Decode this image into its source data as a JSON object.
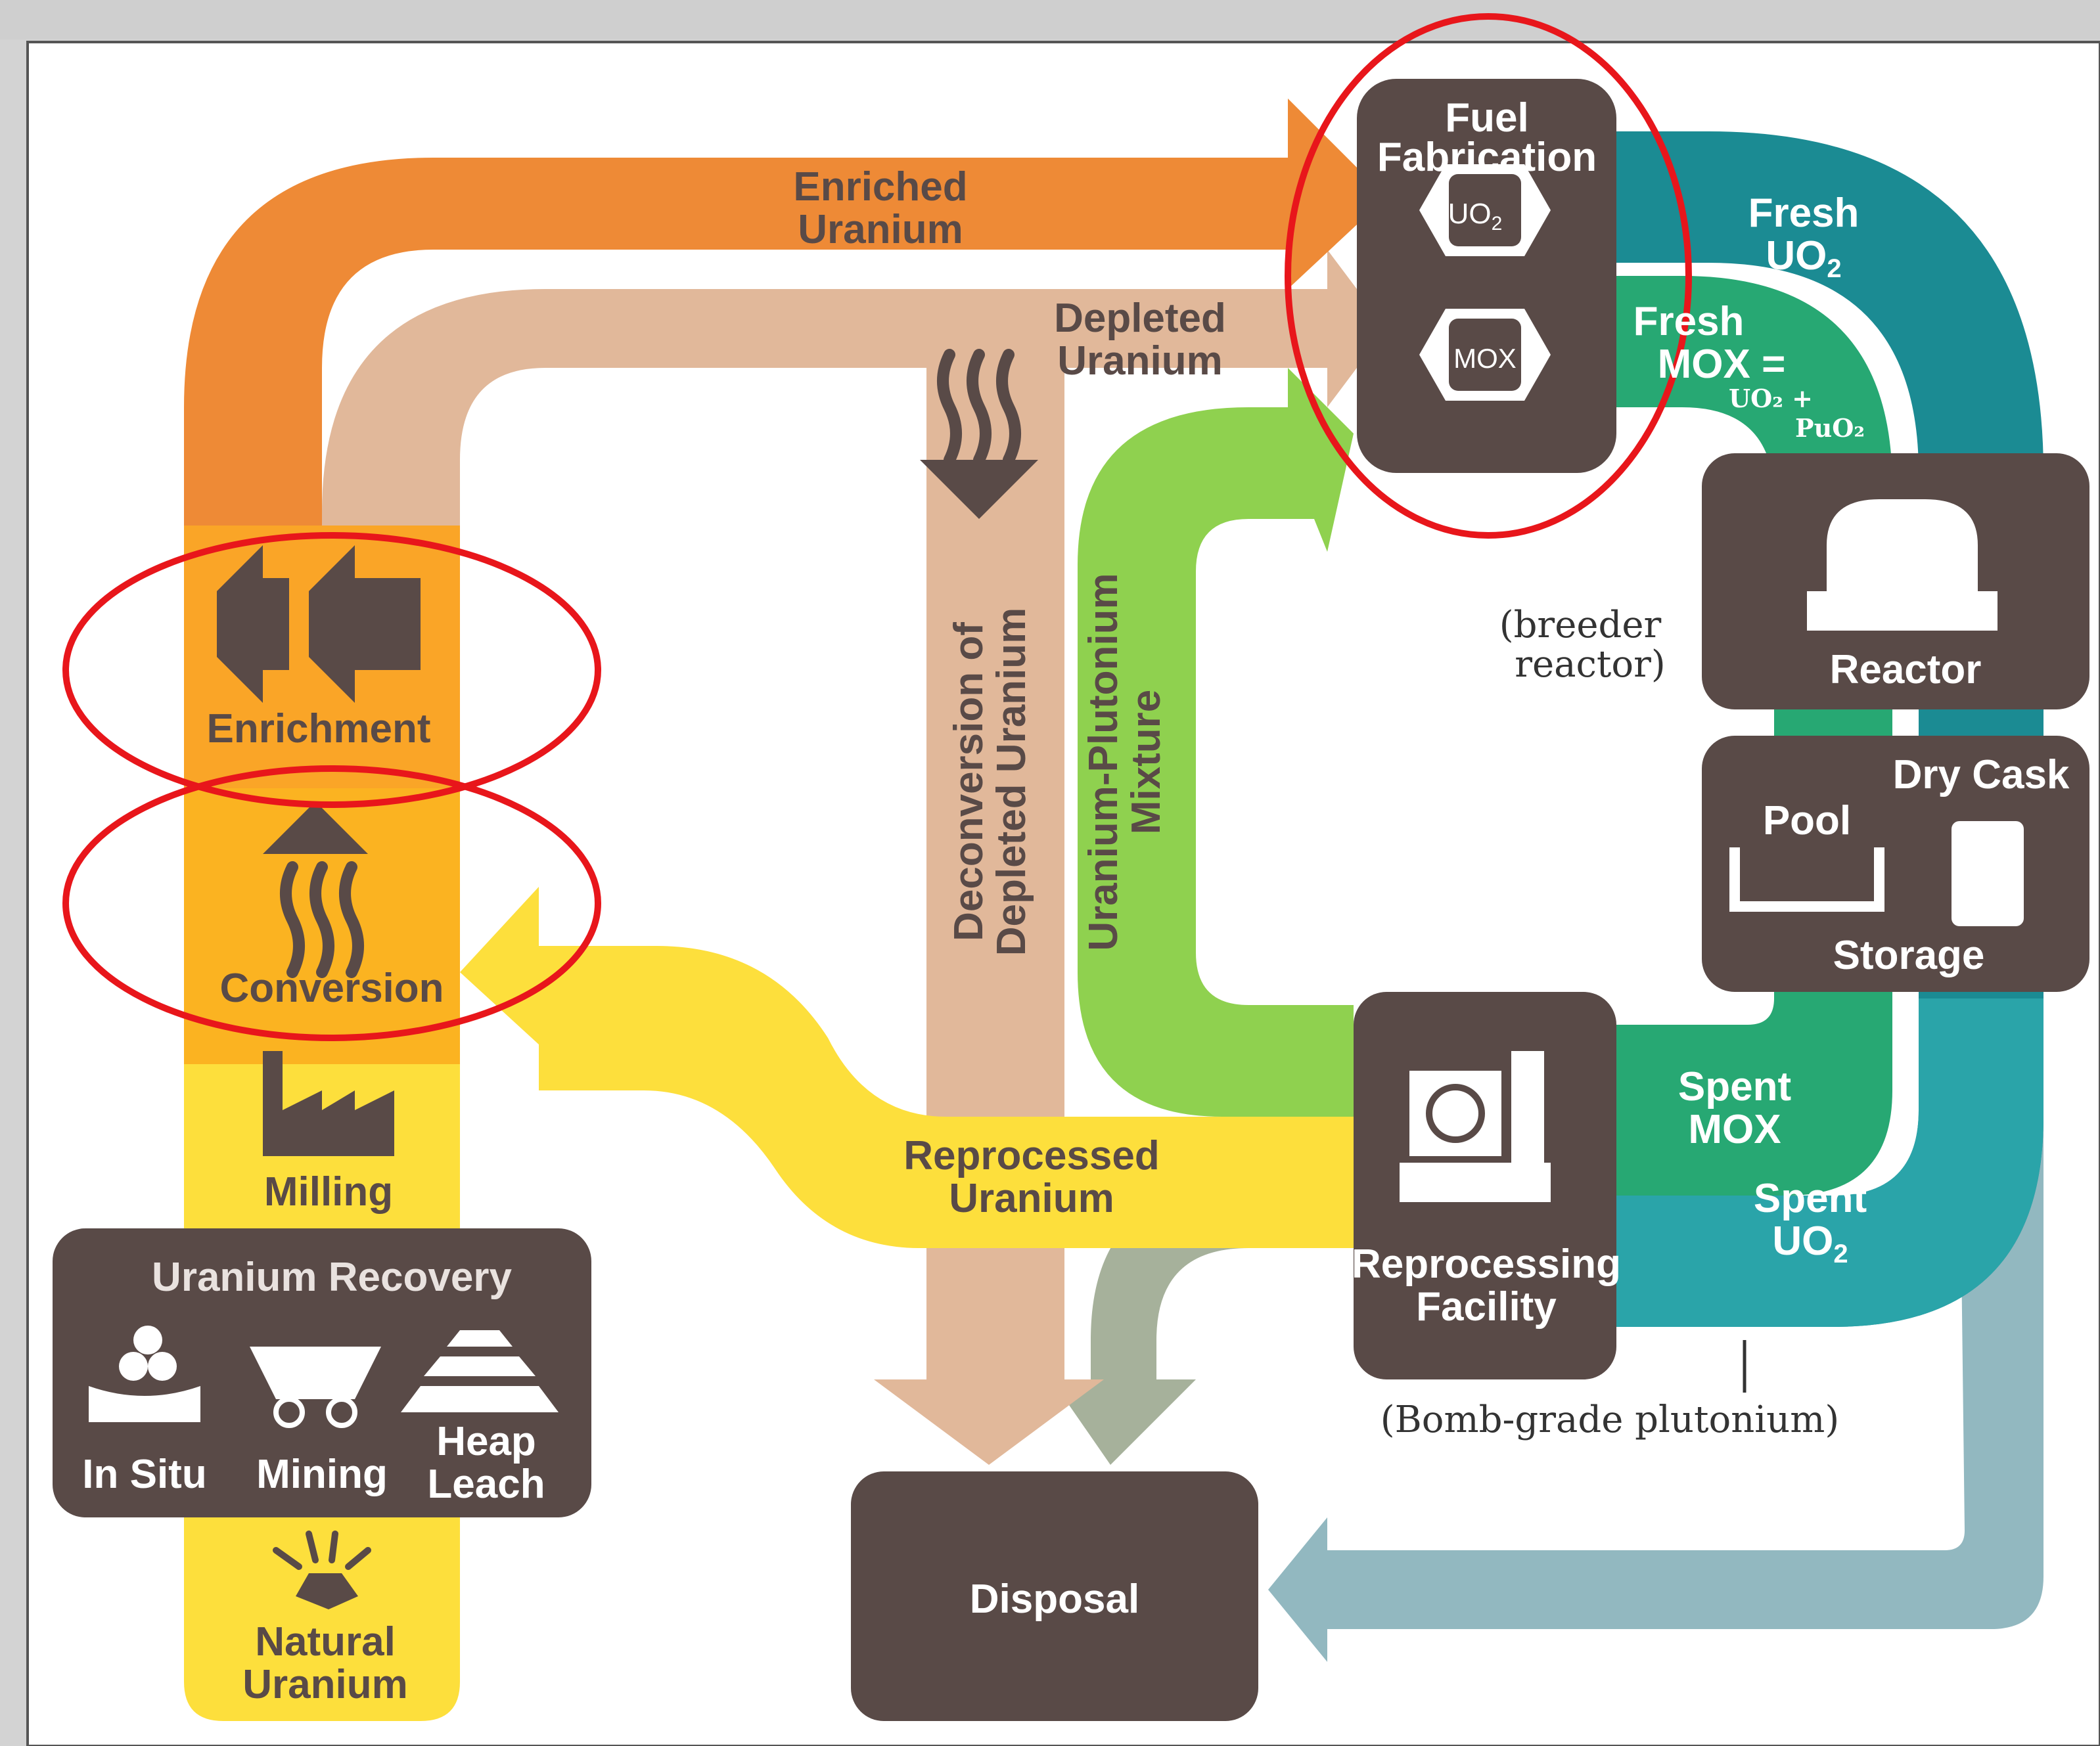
{
  "frame_color": "#d3d3d3",
  "colors": {
    "orange": "#ee8a36",
    "peach": "#e1b89a",
    "yellow": "#fddf3c",
    "amber": "#fbb321",
    "green": "#8fd14f",
    "teal_dark": "#1b8b93",
    "teal_mid": "#2aa4a9",
    "green_teal": "#27a873",
    "grey_blue": "#92b8c0",
    "grey_green": "#a6b19b",
    "box": "#594a47",
    "highlight": "#e8161b"
  },
  "stages": {
    "enrichment": "Enrichment",
    "conversion": "Conversion",
    "milling": "Milling",
    "recovery_title": "Uranium Recovery",
    "in_situ": "In Situ",
    "mining": "Mining",
    "heap": "Heap",
    "leach": "Leach",
    "natural_line1": "Natural",
    "natural_line2": "Uranium",
    "fuel_line1": "Fuel",
    "fuel_line2": "Fabrication",
    "uo2_symbol": "UO",
    "uo2_sub": "2",
    "mox_symbol": "MOX",
    "reactor": "Reactor",
    "dry_cask": "Dry Cask",
    "pool": "Pool",
    "storage": "Storage",
    "reprocessing_line1": "Reprocessing",
    "reprocessing_line2": "Facility",
    "disposal": "Disposal"
  },
  "flows": {
    "enriched_line1": "Enriched",
    "enriched_line2": "Uranium",
    "depleted_line1": "Depleted",
    "depleted_line2": "Uranium",
    "deconversion_line1": "Deconversion of",
    "deconversion_line2": "Depleted Uranium",
    "uplu_line1": "Uranium-Plutonium",
    "uplu_line2": "Mixture",
    "reprocessed_line1": "Reprocessed",
    "reprocessed_line2": "Uranium",
    "fresh_uo2_line1": "Fresh",
    "fresh_uo2_line2": "UO",
    "fresh_uo2_sub": "2",
    "fresh_mox_line1": "Fresh",
    "fresh_mox_line2": "MOX  =",
    "fresh_mox_formula1": "UO₂ +",
    "fresh_mox_formula2": "PuO₂",
    "spent_mox_line1": "Spent",
    "spent_mox_line2": "MOX",
    "spent_uo2_line1": "Spent",
    "spent_uo2_line2": "UO",
    "spent_uo2_sub": "2"
  },
  "annotations": {
    "breeder_line1": "(breeder",
    "breeder_line2": "reactor)",
    "bomb_grade": "(Bomb-grade plutonium)"
  }
}
